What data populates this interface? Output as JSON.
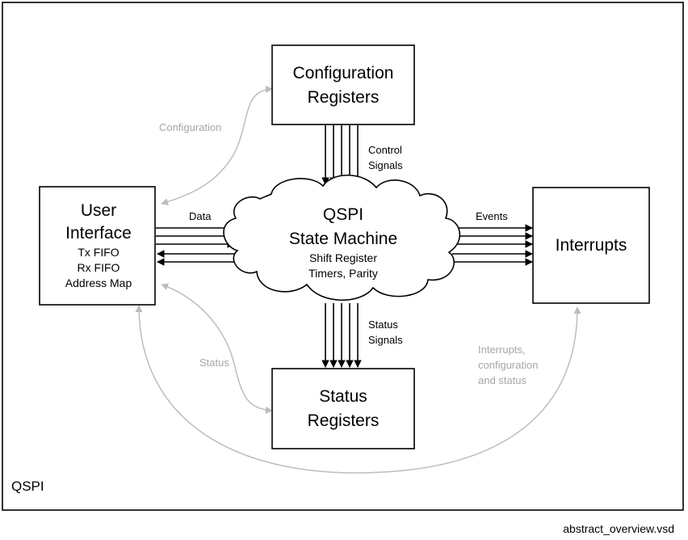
{
  "outer": {
    "label": "QSPI"
  },
  "filename": "abstract_overview.vsd",
  "user_interface": {
    "line1": "User",
    "line2": "Interface",
    "line3": "Tx FIFO",
    "line4": "Rx FIFO",
    "line5": "Address Map"
  },
  "config_registers": {
    "line1": "Configuration",
    "line2": "Registers"
  },
  "status_registers": {
    "line1": "Status",
    "line2": "Registers"
  },
  "interrupts": {
    "label": "Interrupts"
  },
  "state_machine": {
    "line1": "QSPI",
    "line2": "State Machine",
    "line3": "Shift Register",
    "line4": "Timers, Parity"
  },
  "labels": {
    "data": "Data",
    "events": "Events",
    "control1": "Control",
    "control2": "Signals",
    "status_sig1": "Status",
    "status_sig2": "Signals",
    "configuration": "Configuration",
    "status": "Status",
    "irq1": "Interrupts,",
    "irq2": "configuration",
    "irq3": "and status"
  },
  "colors": {
    "connector_gray": "#bdbdbd",
    "label_gray": "#a6a6a6"
  }
}
